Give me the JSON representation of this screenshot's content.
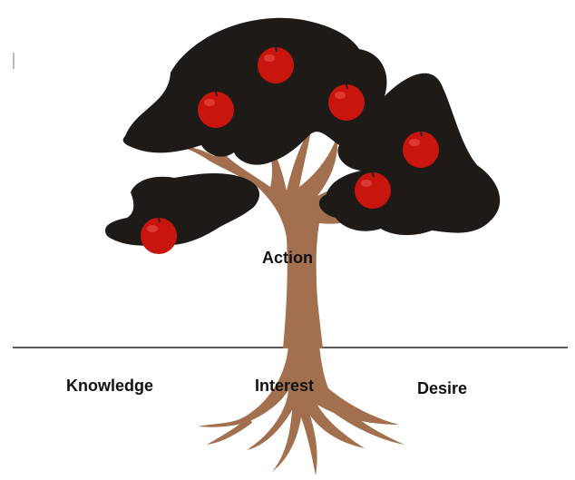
{
  "labels": {
    "action": "Action",
    "knowledge": "Knowledge",
    "interest": "Interest",
    "desire": "Desire"
  },
  "colors": {
    "canopy": "#1d1a18",
    "trunk": "#a3704f",
    "apple": "#c8160f",
    "ground_line": "#222222",
    "background": "#ffffff"
  },
  "icons": {
    "tree": "apple-tree-icon",
    "apple": "apple-icon"
  }
}
